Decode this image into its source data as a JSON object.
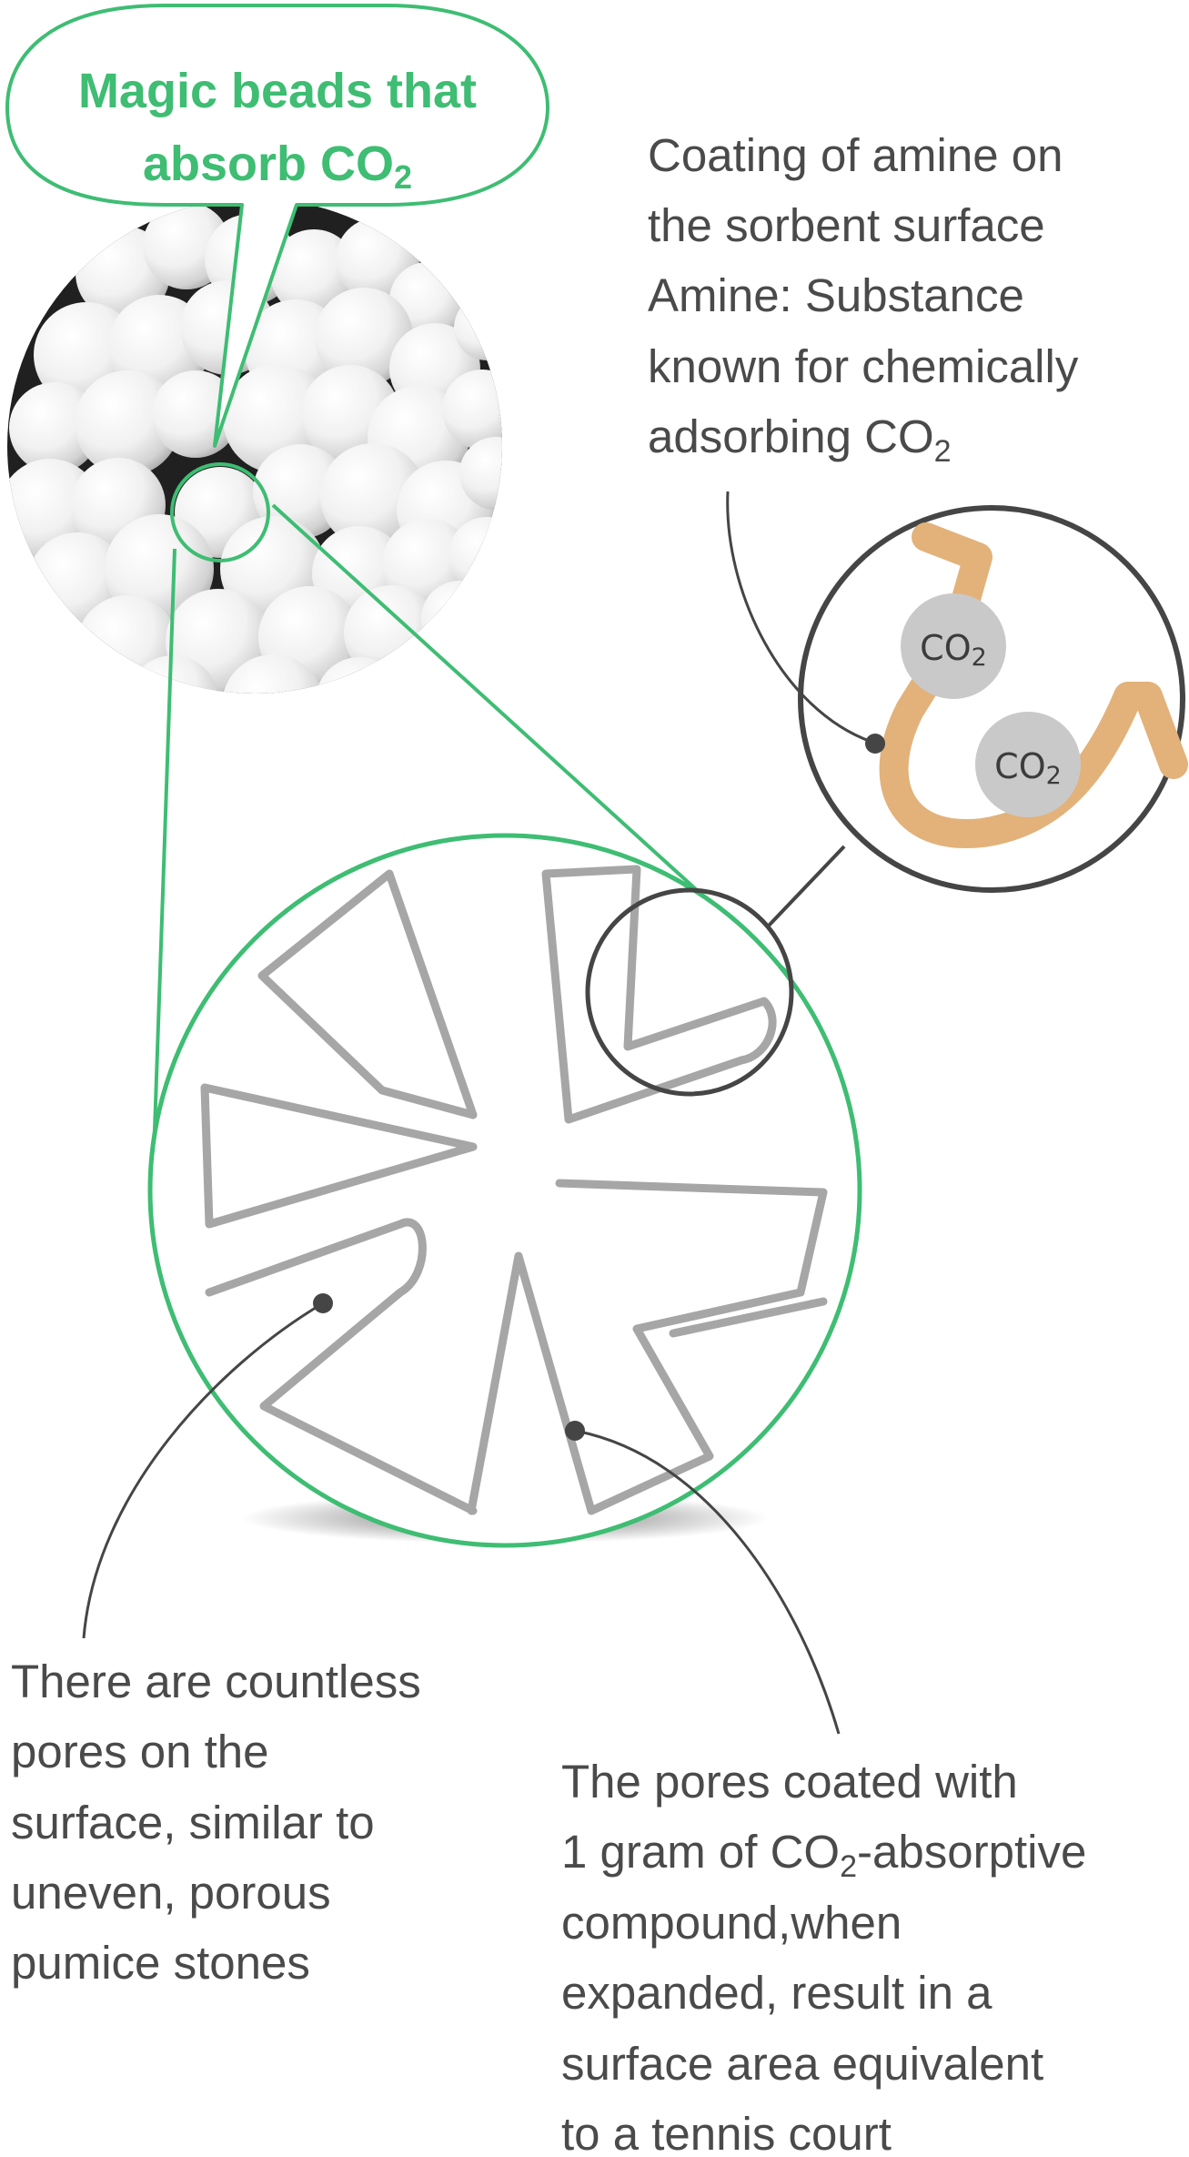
{
  "title": {
    "line1": "Magic beads that",
    "line2_main": "absorb CO",
    "line2_sub": "2"
  },
  "amine_note": {
    "line1": "Coating of amine on",
    "line2": "the sorbent surface",
    "line3": "Amine: Substance",
    "line4": "known for chemically",
    "line5_main": "adsorbing CO",
    "line5_sub": "2"
  },
  "molecule_labels": {
    "a_main": "CO",
    "a_sub": "2",
    "b_main": "CO",
    "b_sub": "2"
  },
  "pores_note": {
    "line1": "There are countless",
    "line2": "pores on the",
    "line3": "surface, similar to",
    "line4": "uneven, porous",
    "line5": "pumice stones"
  },
  "area_note": {
    "line1": "The pores coated with",
    "line2_pre": "1 gram of CO",
    "line2_sub": "2",
    "line2_post": "-absorptive",
    "line3": "compound,when",
    "line4": "expanded, result in a",
    "line5": "surface area equivalent",
    "line6": "to a tennis court"
  },
  "colors": {
    "accent_green": "#3ebd73",
    "text_gray": "#4a4a4a",
    "pore_gray": "#a6a6a6",
    "amine_orange": "#e2b27a",
    "co2_ball": "#c9c9c9",
    "dark_line": "#454545"
  }
}
